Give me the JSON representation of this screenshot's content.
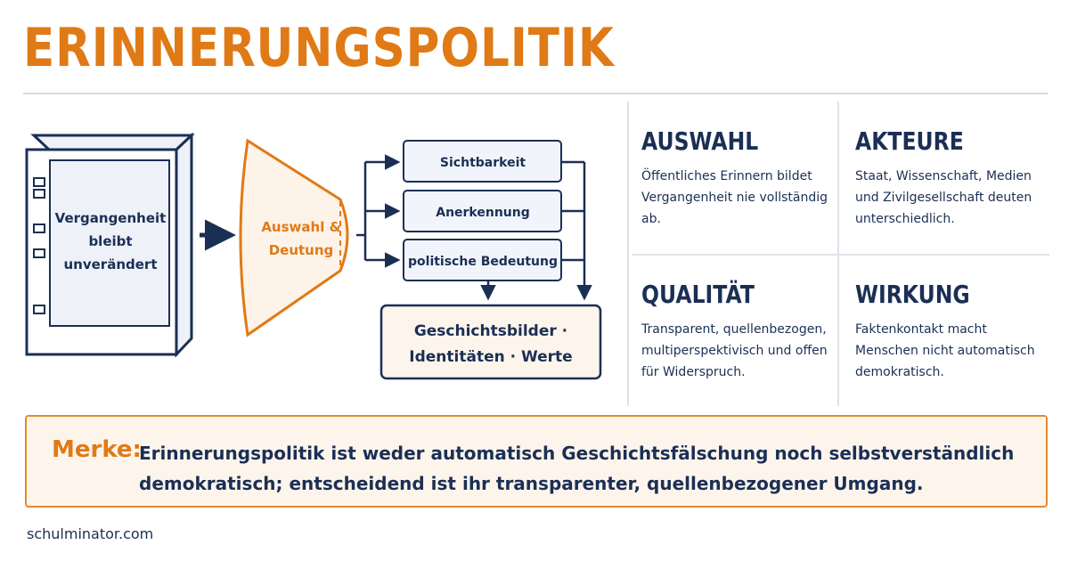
{
  "title": "ERINNERUNGSPOLITIK",
  "diagram": {
    "source_line1": "Vergangenheit",
    "source_line2": "bleibt",
    "source_line3": "unverändert",
    "filter_line1": "Auswahl &",
    "filter_line2": "Deutung",
    "outputs": [
      "Sichtbarkeit",
      "Anerkennung",
      "politische Bedeutung"
    ],
    "result_line1": "Geschichtsbilder ·",
    "result_line2": "Identitäten · Werte"
  },
  "cells": [
    {
      "heading": "AUSWAHL",
      "text": "Öffentliches Erinnern bildet Vergangenheit nie vollständig ab."
    },
    {
      "heading": "AKTEURE",
      "text": "Staat, Wissenschaft, Medien und Zivilgesellschaft deuten unterschiedlich."
    },
    {
      "heading": "QUALITÄT",
      "text": "Transparent, quellenbezogen, multiperspektivisch und offen für Widerspruch."
    },
    {
      "heading": "WIRKUNG",
      "text": "Faktenkontakt macht Menschen nicht automatisch demokratisch."
    }
  ],
  "merke": {
    "label": "Merke:",
    "text": "Erinnerungspolitik ist weder automatisch Geschichtsfälschung noch selbstverständlich demokratisch; entscheidend ist ihr transparenter, quellenbezogener Umgang."
  },
  "footer": "schulminator.com",
  "colors": {
    "navy": "#1b2f55",
    "orange": "#e07a16",
    "light_orange": "#fdf5ec",
    "light_blue": "#f1f5fb"
  }
}
